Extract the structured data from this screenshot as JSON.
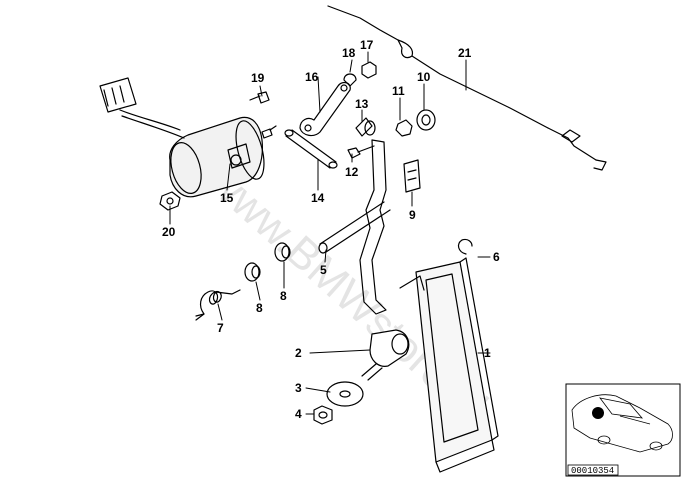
{
  "watermark": "www.BMWstore.pl",
  "diagram_code": "00010354",
  "part_numbers": [
    "1",
    "2",
    "3",
    "4",
    "5",
    "6",
    "7",
    "8",
    "8",
    "9",
    "10",
    "11",
    "12",
    "13",
    "14",
    "15",
    "16",
    "17",
    "18",
    "19",
    "20",
    "21"
  ]
}
